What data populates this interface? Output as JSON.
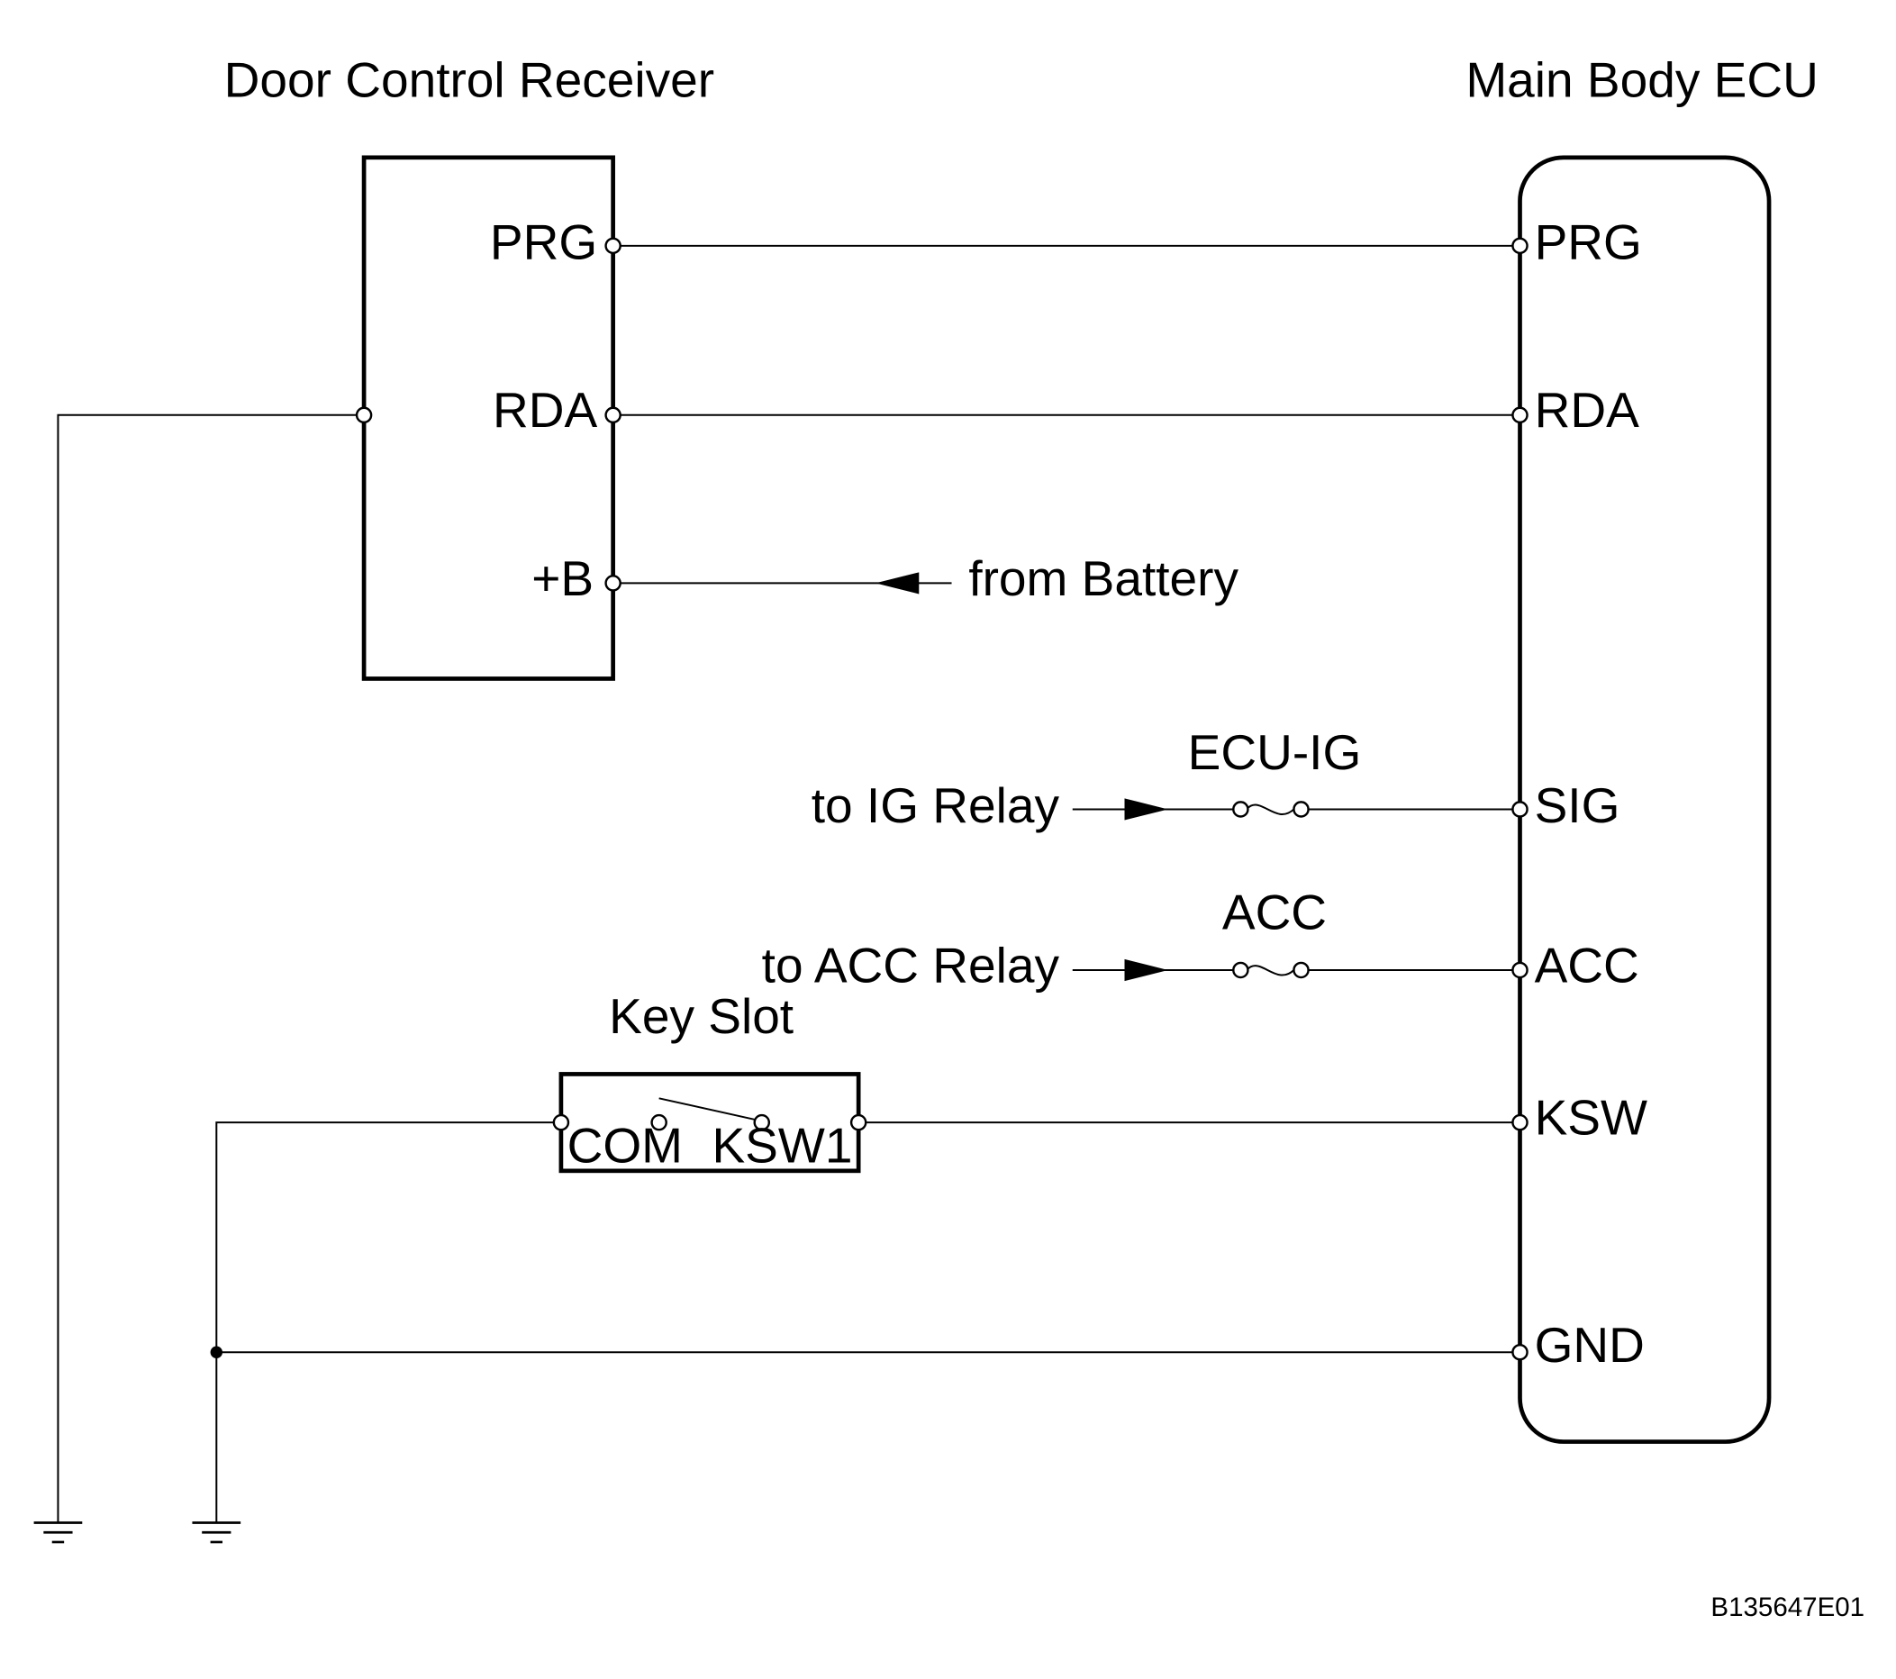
{
  "components": {
    "door_control_receiver": {
      "title": "Door Control Receiver",
      "pins": {
        "prg": "PRG",
        "rda": "RDA",
        "b": "+B"
      }
    },
    "main_body_ecu": {
      "title": "Main Body ECU",
      "pins": {
        "prg": "PRG",
        "rda": "RDA",
        "sig": "SIG",
        "acc": "ACC",
        "ksw": "KSW",
        "gnd": "GND"
      }
    },
    "key_slot": {
      "title": "Key Slot",
      "pins": {
        "com": "COM",
        "ksw1": "KSW1"
      }
    }
  },
  "sources": {
    "battery": "from Battery",
    "ig_relay": "to IG Relay",
    "acc_relay": "to ACC Relay"
  },
  "fuses": {
    "ecu_ig": "ECU-IG",
    "acc": "ACC"
  },
  "figure_id": "B135647E01"
}
